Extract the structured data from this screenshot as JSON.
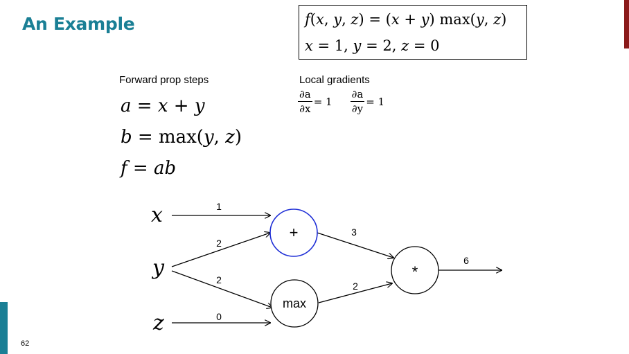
{
  "slide": {
    "title": "An Example",
    "page_number": "62",
    "accent_color": "#1a7f95",
    "right_accent_color": "#8b1a1a"
  },
  "equation_box": {
    "line1": "f(x, y, z) = (x + y) max(y, z)",
    "line2": "x = 1, y = 2, z = 0"
  },
  "forward": {
    "heading": "Forward prop steps",
    "steps": [
      "a = x + y",
      "b = max(y, z)",
      "f = ab"
    ]
  },
  "local": {
    "heading": "Local gradients",
    "grad1": {
      "num": "∂a",
      "den": "∂x",
      "value": "= 1"
    },
    "grad2": {
      "num": "∂a",
      "den": "∂y",
      "value": "= 1"
    }
  },
  "graph": {
    "inputs": {
      "x": "x",
      "y": "y",
      "z": "z"
    },
    "nodes": {
      "plus": "+",
      "max": "max",
      "mult": "*"
    },
    "edge_values": {
      "x_plus": "1",
      "y_plus": "2",
      "y_max": "2",
      "z_max": "0",
      "plus_mult": "3",
      "max_mult": "2",
      "out": "6"
    },
    "plus_node_color": "#1f2fd6"
  }
}
